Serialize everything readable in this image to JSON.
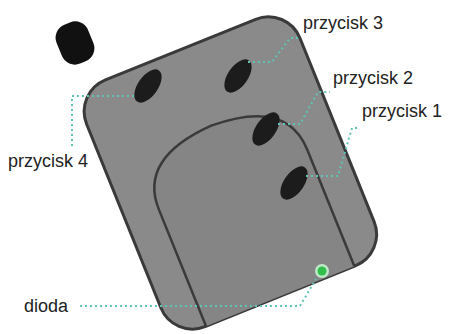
{
  "diagram": {
    "labels": [
      "przycisk 3",
      "przycisk 2",
      "przycisk 1",
      "przycisk 4",
      "dioda"
    ]
  }
}
